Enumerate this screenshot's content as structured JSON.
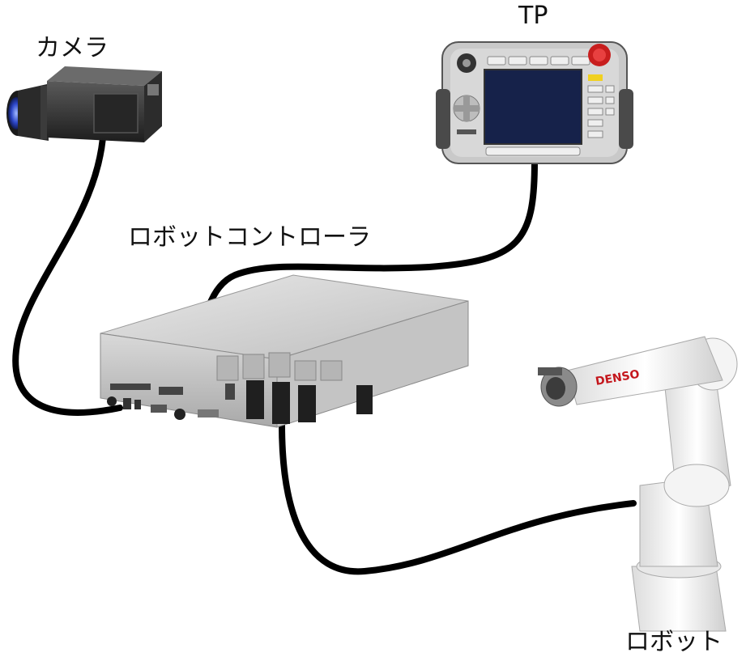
{
  "labels": {
    "camera": "カメラ",
    "teach_pendant": "TP",
    "controller": "ロボットコントローラ",
    "robot": "ロボット"
  },
  "robot_brand": "DENSO"
}
